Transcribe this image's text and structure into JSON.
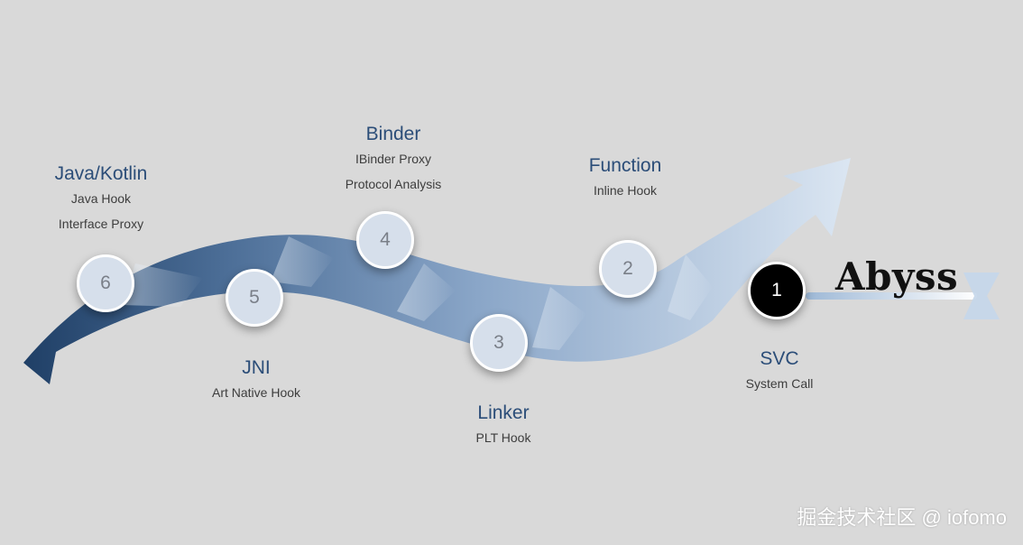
{
  "stages": [
    {
      "num": "1",
      "title": "SVC",
      "lines": [
        "System Call"
      ],
      "active": true
    },
    {
      "num": "2",
      "title": "Function",
      "lines": [
        "Inline Hook"
      ]
    },
    {
      "num": "3",
      "title": "Linker",
      "lines": [
        "PLT Hook"
      ]
    },
    {
      "num": "4",
      "title": "Binder",
      "lines": [
        "IBinder Proxy",
        "Protocol Analysis"
      ]
    },
    {
      "num": "5",
      "title": "JNI",
      "lines": [
        "Art Native Hook"
      ]
    },
    {
      "num": "6",
      "title": "Java/Kotlin",
      "lines": [
        "Java Hook",
        "Interface Proxy"
      ]
    }
  ],
  "target_label": "Abyss",
  "watermark": "掘金技术社区 @ iofomo",
  "colors": {
    "arrow_dark": "#1f3f66",
    "arrow_light": "#dbe6f2",
    "node_fill": "#d6dfeb",
    "title": "#2b4d78"
  }
}
